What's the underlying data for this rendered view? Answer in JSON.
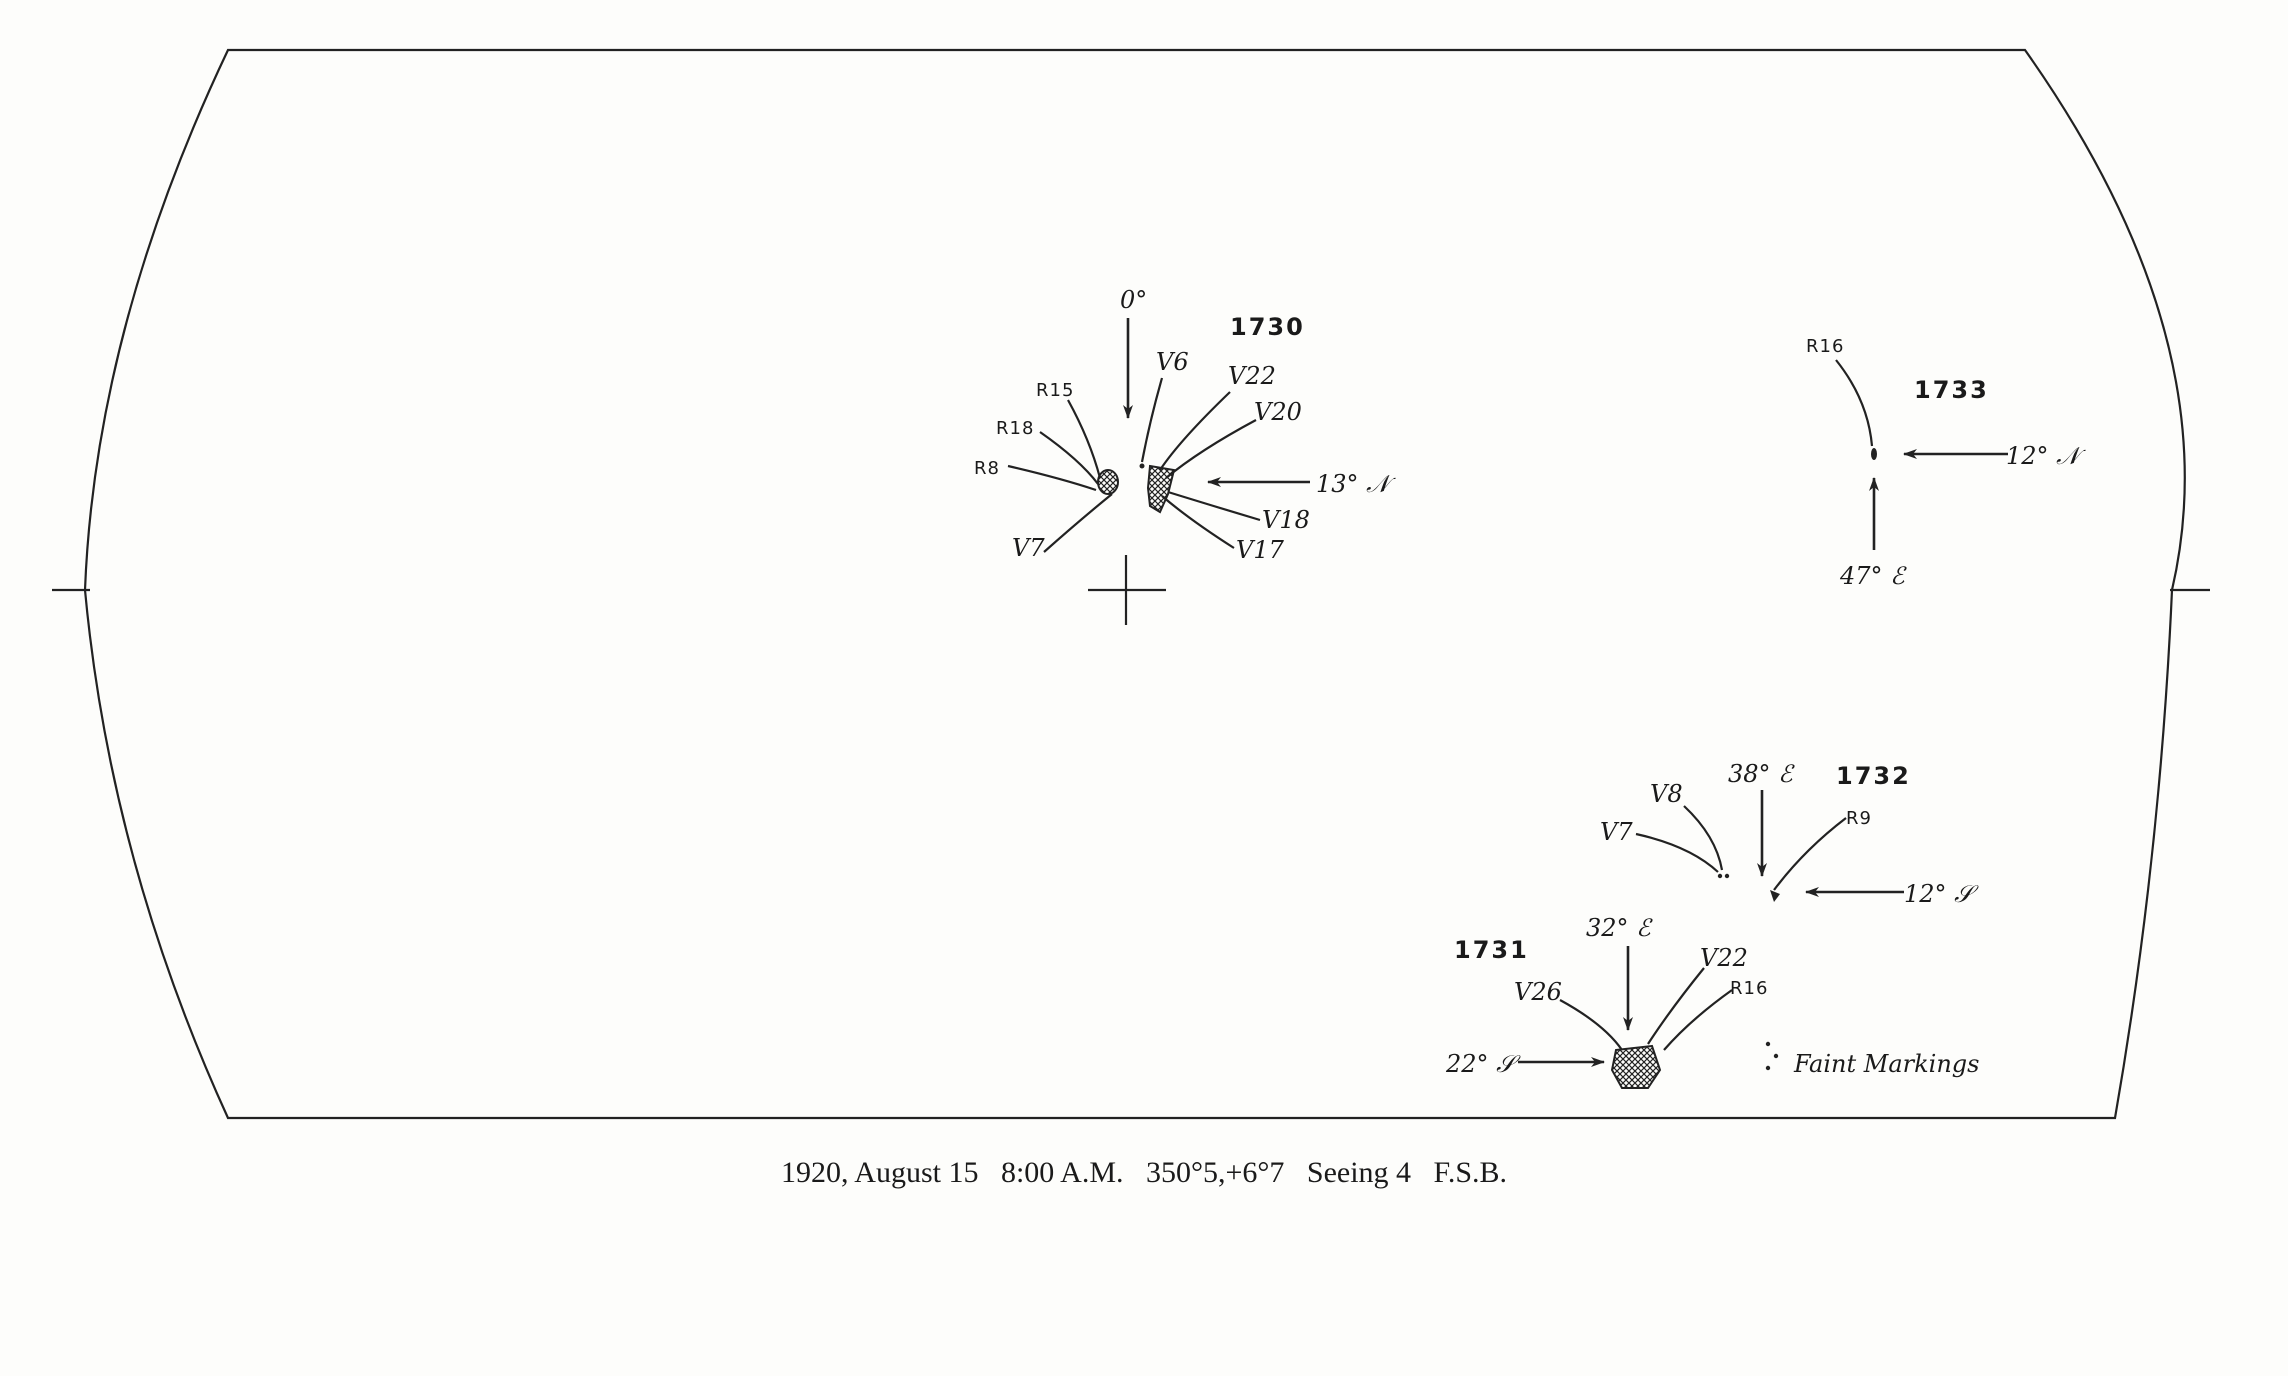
{
  "caption": "1920, August 15   8:00 A.M.   350°5,+6°7   Seeing 4   F.S.B.",
  "legend": {
    "text": "Faint Markings"
  },
  "center_reference": {
    "label": "0°"
  },
  "groups": {
    "g1730": {
      "number": "1730",
      "lat_label": "13° 𝒩",
      "spots": {
        "r15": "R15",
        "r18": "R18",
        "r8": "R8",
        "v6": "V6",
        "v22": "V22",
        "v20": "V20",
        "v18": "V18",
        "v17": "V17",
        "v7": "V7"
      }
    },
    "g1733": {
      "number": "1733",
      "lat_label": "12° 𝒩",
      "lon_label": "47° ℰ",
      "spots": {
        "r16": "R16"
      }
    },
    "g1732": {
      "number": "1732",
      "lat_label": "12° 𝒮",
      "lon_label": "38° ℰ",
      "spots": {
        "v8": "V8",
        "v7": "V7",
        "r9": "R9"
      }
    },
    "g1731": {
      "number": "1731",
      "lat_label": "22° 𝒮",
      "lon_label": "32° ℰ",
      "spots": {
        "v26": "V26",
        "v22": "V22",
        "r16": "R16"
      }
    }
  }
}
